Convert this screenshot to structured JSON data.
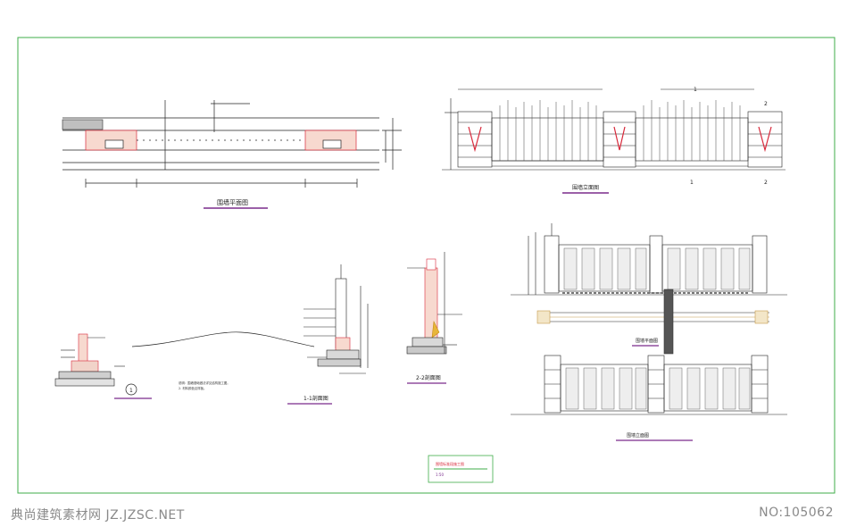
{
  "drawing": {
    "frame_color": "#3fae4a",
    "line_color": "#1a1a1a",
    "accent_red": "#d8283a",
    "accent_purple": "#7a2b8c",
    "titles": {
      "plan": "围墙平面图",
      "elevation": "围墙立面图",
      "section_1": "1-1剖面图",
      "section_2": "2-2剖面图",
      "detail_plan": "围墙平面图",
      "detail_elevation": "围墙立面图"
    },
    "detail_marker": "1",
    "section_marks": [
      "1",
      "2",
      "1",
      "2"
    ],
    "notes": [
      "说明：围墙基础做法详见结构施工图。",
      "2. 材料颜色见样板。"
    ],
    "legend_lines": [
      "围墙标准段施工图",
      "1:50"
    ]
  },
  "watermark": {
    "left": "典尚建筑素材网 JZ.JZSC.NET",
    "right": "NO:105062"
  }
}
